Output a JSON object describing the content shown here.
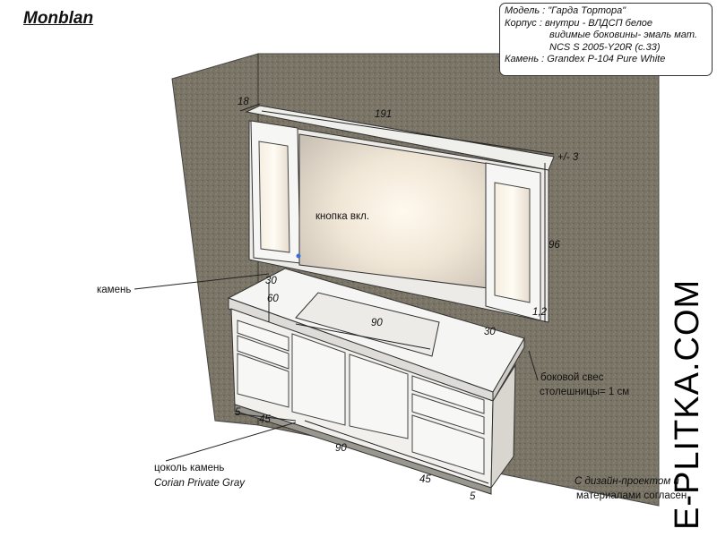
{
  "title": "Monblan",
  "spec": {
    "line1": "Модель : \"Гарда Тортора\"",
    "line2": "Корпус : внутри - ВЛДСП белое",
    "line3": "видимые боковины- эмаль мат.",
    "line4": "NCS S 2005-Y20R (с.33)",
    "line5": "Камень : Grandex P-104 Pure White"
  },
  "dims": {
    "mirror_depth": "18",
    "mirror_width": "191",
    "tolerance": "+/- 3",
    "mirror_height": "96",
    "top_thickness": "1,2",
    "top_back_depth": "30",
    "top_depth": "60",
    "sink_width": "90",
    "top_side": "30",
    "plinth_left_small": "5",
    "plinth_left": "45",
    "plinth_center": "90",
    "plinth_right": "45",
    "plinth_right_small": "5"
  },
  "labels": {
    "button": "кнопка вкл.",
    "stone": "камень",
    "overhang_1": "боковой свес",
    "overhang_2": "столешницы= 1 см",
    "plinth_1": "цоколь камень",
    "plinth_2": "Corian Private Gray",
    "note_1": "С дизайн-проектом и",
    "note_2": "материалами согласен"
  },
  "watermark": "E-PLITKA.COM",
  "colors": {
    "wall": "#7a7466",
    "furniture": "#f4f4f2",
    "mirror_glow": "#fff4dd",
    "line": "#222222"
  }
}
